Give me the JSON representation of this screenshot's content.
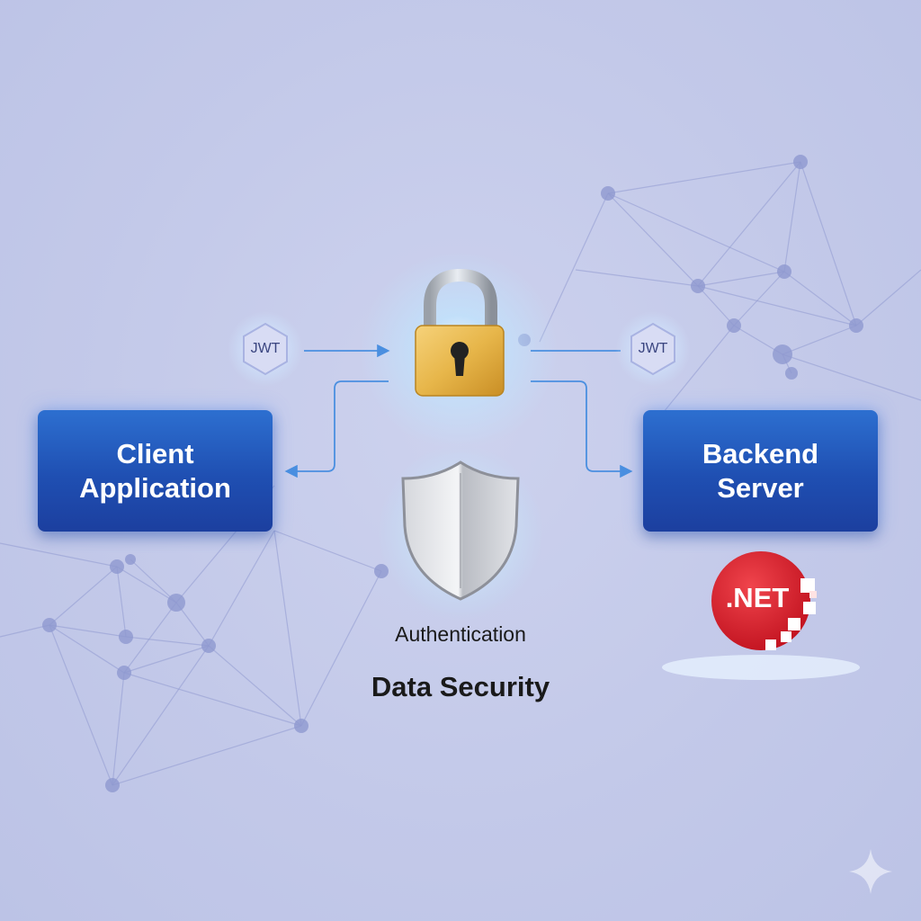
{
  "client_box": {
    "line1": "Client",
    "line2": "Application"
  },
  "server_box": {
    "line1": "Backend",
    "line2": "Server"
  },
  "tokens": {
    "left": "JWT",
    "right": "JWT"
  },
  "captions": {
    "authentication": "Authentication",
    "data_security": "Data Security"
  },
  "badge": {
    "text": ".NET"
  },
  "colors": {
    "box_blue": "#1f4fb2",
    "lock_gold": "#e6b84a",
    "dotnet_red": "#d9232e",
    "flow_line": "#4a8fe0"
  },
  "icons": [
    "padlock-icon",
    "shield-icon",
    "dotnet-logo",
    "sparkle-icon"
  ]
}
